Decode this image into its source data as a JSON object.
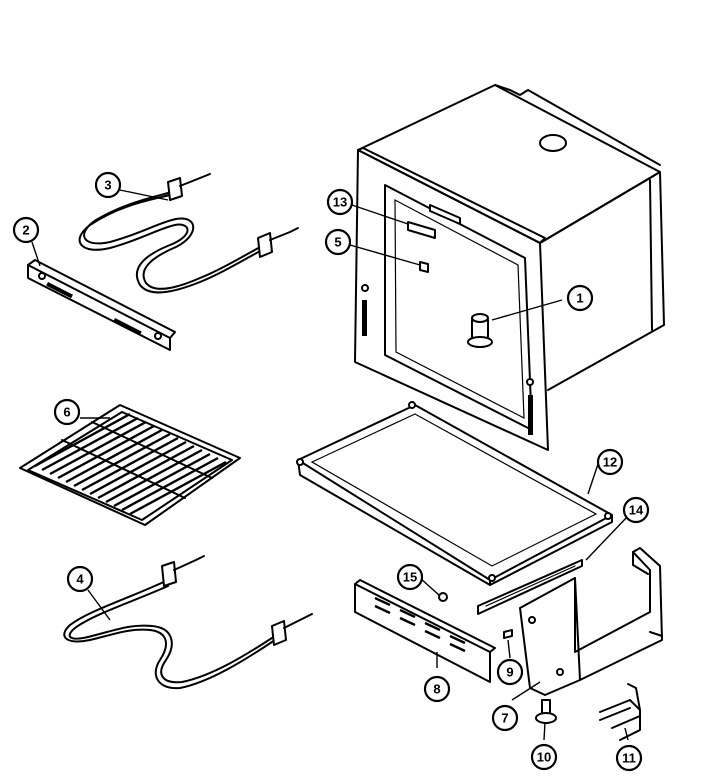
{
  "diagram": {
    "callouts": [
      {
        "id": "c1",
        "label": "1",
        "part": "broil-burner-ignitor-post"
      },
      {
        "id": "c2",
        "label": "2",
        "part": "element-bracket"
      },
      {
        "id": "c3",
        "label": "3",
        "part": "broil-element"
      },
      {
        "id": "c4",
        "label": "4",
        "part": "bake-element"
      },
      {
        "id": "c5",
        "label": "5",
        "part": "rack-support-clip"
      },
      {
        "id": "c6",
        "label": "6",
        "part": "oven-rack"
      },
      {
        "id": "c7",
        "label": "7",
        "part": "side-bracket"
      },
      {
        "id": "c8",
        "label": "8",
        "part": "bottom-rail"
      },
      {
        "id": "c9",
        "label": "9",
        "part": "screw"
      },
      {
        "id": "c10",
        "label": "10",
        "part": "leveling-leg"
      },
      {
        "id": "c11",
        "label": "11",
        "part": "anti-tip-bracket"
      },
      {
        "id": "c12",
        "label": "12",
        "part": "bottom-tray"
      },
      {
        "id": "c13",
        "label": "13",
        "part": "light-lens"
      },
      {
        "id": "c14",
        "label": "14",
        "part": "trim-strip"
      },
      {
        "id": "c15",
        "label": "15",
        "part": "nut"
      }
    ]
  }
}
